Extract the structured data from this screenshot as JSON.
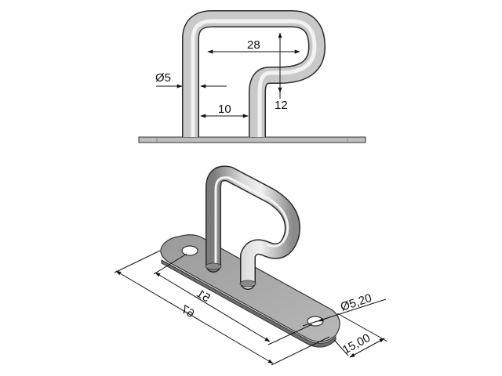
{
  "front_view": {
    "dimensions": {
      "width": "28",
      "rod_diameter": "Ø5",
      "gap": "10",
      "height": "12"
    }
  },
  "isometric_view": {
    "dimensions": {
      "inner_length": "51",
      "overall_length": "67",
      "hole_diameter": "Ø5,20",
      "plate_width": "15,00"
    }
  },
  "colors": {
    "metal_light": "#e4e4e4",
    "metal_mid": "#a8a8a8",
    "metal_dark": "#6a6a6a",
    "line": "#111111"
  }
}
